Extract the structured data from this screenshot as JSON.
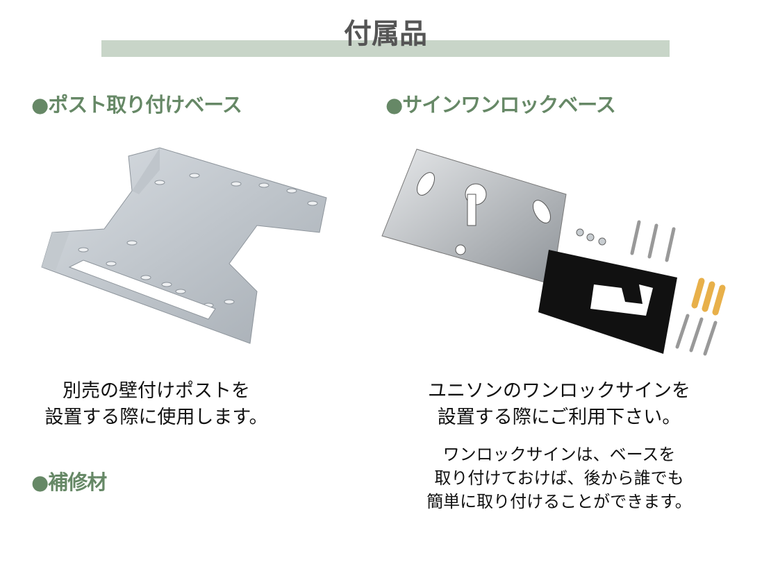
{
  "title": "付属品",
  "sections": {
    "post_base": {
      "heading": "●ポスト取り付けベース",
      "desc": [
        "別売の壁付けポストを",
        "設置する際に使用します。"
      ]
    },
    "sign_base": {
      "heading": "●サインワンロックベース",
      "desc": [
        "ユニソンのワンロックサインを",
        "設置する際にご利用下さい。"
      ],
      "note": [
        "ワンロックサインは、ベースを",
        "取り付けておけば、後から誰でも",
        "簡単に取り付けることができます。"
      ]
    },
    "repair": {
      "heading": "●補修材"
    }
  },
  "colors": {
    "accent": "#668866",
    "bar": "#c8d5c8",
    "title": "#555555"
  }
}
